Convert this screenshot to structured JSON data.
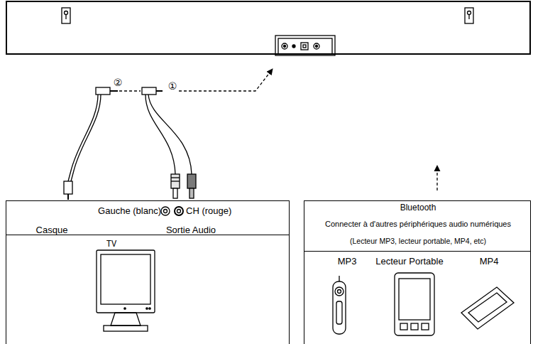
{
  "diagram": {
    "nodes": [
      {
        "text": [
          "Gauche (blanc)",
          "CH (rouge)",
          "Casque",
          "Sortie Audio"
        ]
      },
      {
        "text": [
          "TV"
        ]
      },
      {
        "text": [
          "Bluetooth",
          "Connecter à d'autres périphériques audio numériques",
          "(Lecteur MP3, lecteur portable, MP4, etc)"
        ]
      },
      {
        "text": [
          "MP3",
          "Lecteur Portable",
          "MP4"
        ]
      }
    ],
    "labels": [
      "②",
      "①"
    ]
  }
}
